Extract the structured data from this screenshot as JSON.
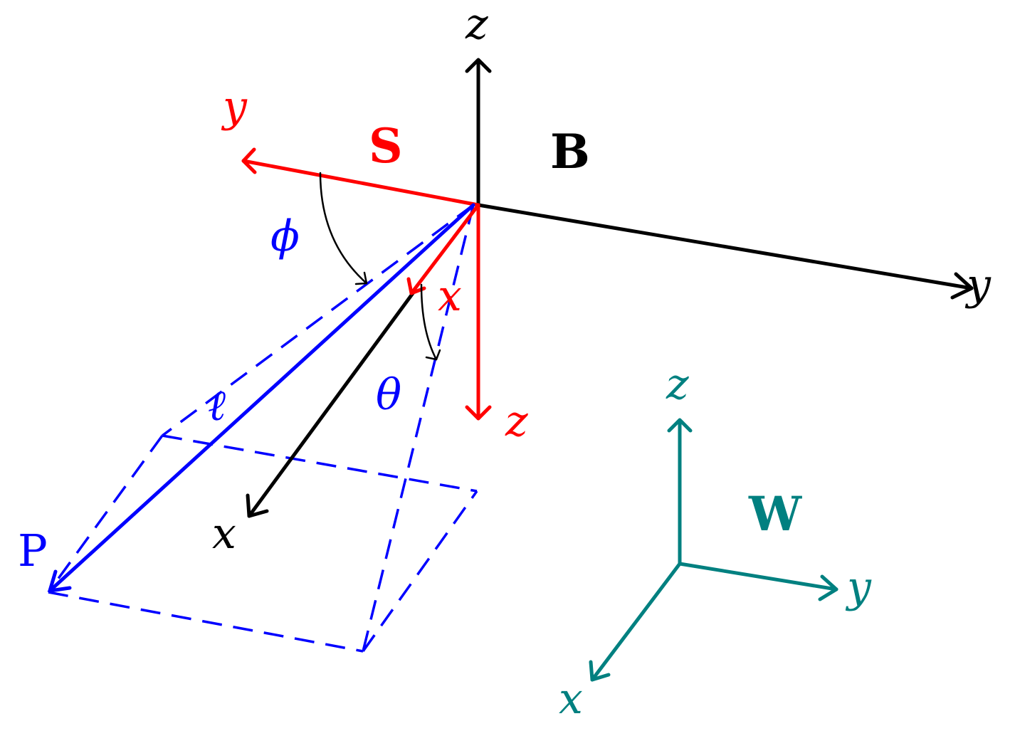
{
  "colors": {
    "body": "#000000",
    "sensor": "#ff0000",
    "world": "#008080",
    "point": "#0000ff"
  },
  "frames": {
    "body": {
      "name": "B",
      "x_label": "x",
      "y_label": "y",
      "z_label": "z"
    },
    "sensor": {
      "name": "S",
      "x_label": "x",
      "y_label": "y",
      "z_label": "z"
    },
    "world": {
      "name": "W",
      "x_label": "x",
      "y_label": "y",
      "z_label": "z"
    }
  },
  "point": {
    "name": "P",
    "range_label": "ℓ",
    "azimuth_label": "ϕ",
    "elevation_label": "θ"
  },
  "icons": {
    "arrowhead": "open-chevron-arrow-icon"
  }
}
